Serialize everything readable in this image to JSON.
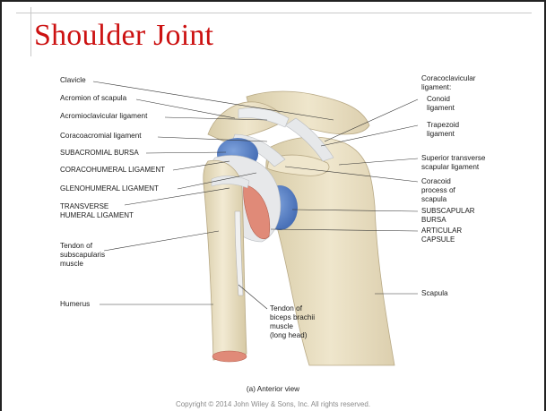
{
  "title": "Shoulder Joint",
  "labels_left": {
    "clavicle": "Clavicle",
    "acromion": "Acromion of scapula",
    "acromioclavicular": "Acromioclavicular ligament",
    "coracoacromial": "Coracoacromial ligament",
    "subacromial_bursa": "SUBACROMIAL BURSA",
    "coracohumeral": "CORACOHUMERAL LIGAMENT",
    "glenohumeral": "GLENOHUMERAL LIGAMENT",
    "transverse_1": "TRANSVERSE",
    "transverse_2": "HUMERAL LIGAMENT",
    "tendon_sub_1": "Tendon of",
    "tendon_sub_2": "subscapularis",
    "tendon_sub_3": "muscle",
    "humerus": "Humerus"
  },
  "labels_right": {
    "coracoclavicular_1": "Coracoclavicular",
    "coracoclavicular_2": "ligament:",
    "conoid_1": "Conoid",
    "conoid_2": "ligament",
    "trapezoid_1": "Trapezoid",
    "trapezoid_2": "ligament",
    "sup_transverse_1": "Superior transverse",
    "sup_transverse_2": "scapular ligament",
    "coracoid_1": "Coracoid",
    "coracoid_2": "process of",
    "coracoid_3": "scapula",
    "subscapular_1": "SUBSCAPULAR",
    "subscapular_2": "BURSA",
    "articular_1": "ARTICULAR",
    "articular_2": "CAPSULE",
    "scapula": "Scapula"
  },
  "labels_bottom": {
    "biceps_1": "Tendon of",
    "biceps_2": "biceps brachii",
    "biceps_3": "muscle",
    "biceps_4": "(long head)"
  },
  "caption": "(a) Anterior view",
  "copyright": "Copyright © 2014 John Wiley & Sons, Inc. All rights reserved.",
  "colors": {
    "title": "#cc1111",
    "bone": "#e9dfc2",
    "bursa": "#5b86c9",
    "ligament": "#e3e6e8",
    "cartilage": "#e08a78"
  }
}
